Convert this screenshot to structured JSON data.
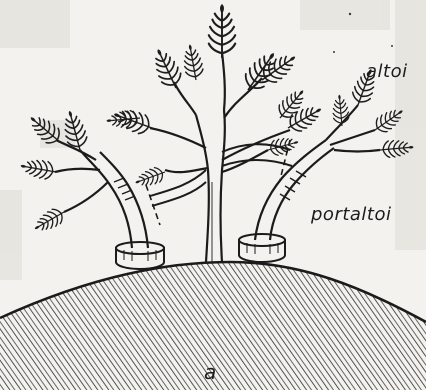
{
  "labels": {
    "scion": "altoi",
    "rootstock": "portaltoi",
    "panel": "a"
  }
}
